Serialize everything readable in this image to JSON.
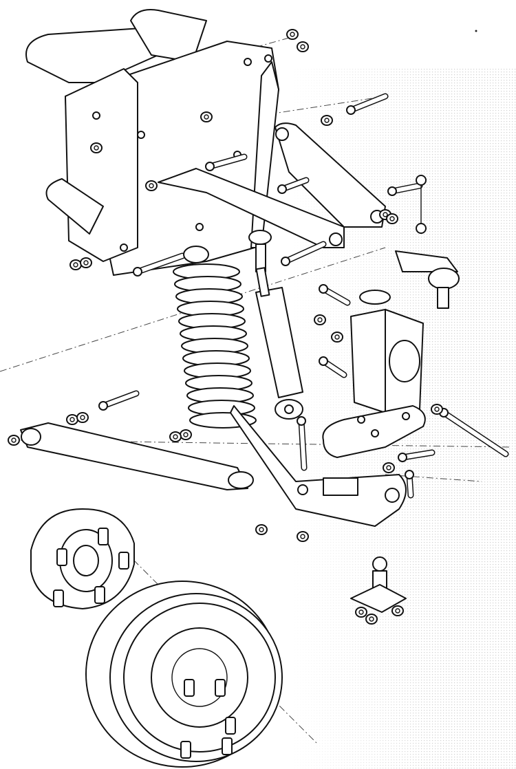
{
  "diagram": {
    "kind": "exploded-view",
    "parts": [
      "subframe",
      "upper-wishbone",
      "coil-spring",
      "shock-absorber",
      "hub-carrier",
      "lower-wishbone",
      "trailing-link",
      "anti-roll-bar-link",
      "ball-joint",
      "wheel-hub",
      "brake-disc",
      "wheel-studs",
      "bolts",
      "nuts",
      "washers",
      "bushes"
    ]
  },
  "colors": {
    "line": "#111111",
    "background": "#ffffff",
    "stipple": "#d8d8d8"
  }
}
